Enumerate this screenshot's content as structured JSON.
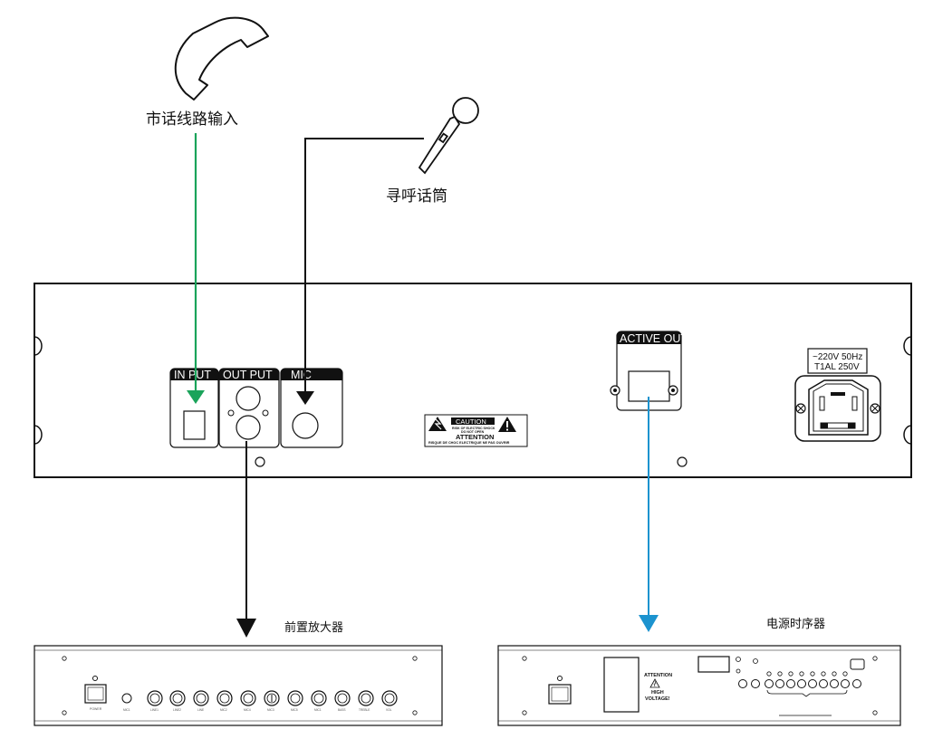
{
  "colors": {
    "green_line": "#1aa35a",
    "blue_line": "#1c93cf",
    "black_line": "#111111"
  },
  "labels": {
    "phone_line_input": "市话线路输入",
    "paging_mic": "寻呼话筒",
    "preamplifier": "前置放大器",
    "power_sequencer": "电源时序器"
  },
  "rear_panel": {
    "input_tab": "IN PUT",
    "output_tab": "OUT PUT",
    "mic_tab": "MIC",
    "active_out_tab": "ACTIVE OUT",
    "power_spec_line1": "~220V 50Hz",
    "power_spec_line2": "T1AL 250V",
    "caution_title": "CAUTION",
    "caution_sub1": "RISK OF ELECTRIC SHOCK",
    "caution_sub2": "DO NOT OPEN",
    "attention_title": "ATTENTION",
    "attention_sub": "RISQUE DE CHOC ELECTRIQUE NE PAS OUVRIR"
  },
  "preamp_panel": {
    "power_label": "POWER",
    "knob_labels": [
      "MIC1",
      "LINE1",
      "LINE2",
      "LINE",
      "MIC2",
      "MIC4",
      "MIC3",
      "MIC5",
      "MIC1",
      "BASS",
      "TREBLE",
      "VOL"
    ]
  },
  "sequencer_panel": {
    "attention_line1": "ATTENTION",
    "attention_line2": "HIGH",
    "attention_line3": "VOLTAGE!"
  }
}
